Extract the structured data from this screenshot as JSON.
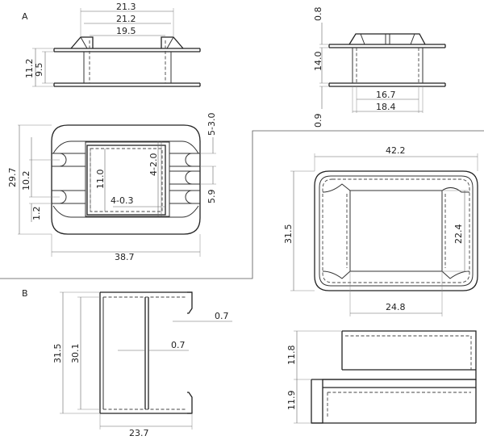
{
  "section_labels": {
    "a": "A",
    "b": "B"
  },
  "dims": {
    "a_top_w1": "21.3",
    "a_top_w2": "21.2",
    "a_top_w3": "19.5",
    "a_top_h1": "11.2",
    "a_top_h2": "9.5",
    "a_side_top": "0.8",
    "a_side_h": "14.0",
    "a_side_w1": "16.7",
    "a_side_w2": "18.4",
    "a_side_bot": "0.9",
    "a_plan_slot": "5-3.0",
    "a_plan_h": "29.7",
    "a_plan_pin_span": "10.2",
    "a_plan_pin": "1.2",
    "a_plan_win": "11.0",
    "a_plan_holes": "4-2.0",
    "a_plan_pitch": "5.9",
    "a_plan_wall": "4-0.3",
    "a_plan_w": "38.7",
    "b_plan_w": "42.2",
    "b_plan_h": "31.5",
    "b_plan_inner_h": "22.4",
    "b_plan_inner_w": "24.8",
    "b_sec_h1": "31.5",
    "b_sec_h2": "30.1",
    "b_sec_t1": "0.7",
    "b_sec_t2": "0.7",
    "b_sec_w": "23.7",
    "b_side_h1": "11.8",
    "b_side_h2": "11.9"
  }
}
